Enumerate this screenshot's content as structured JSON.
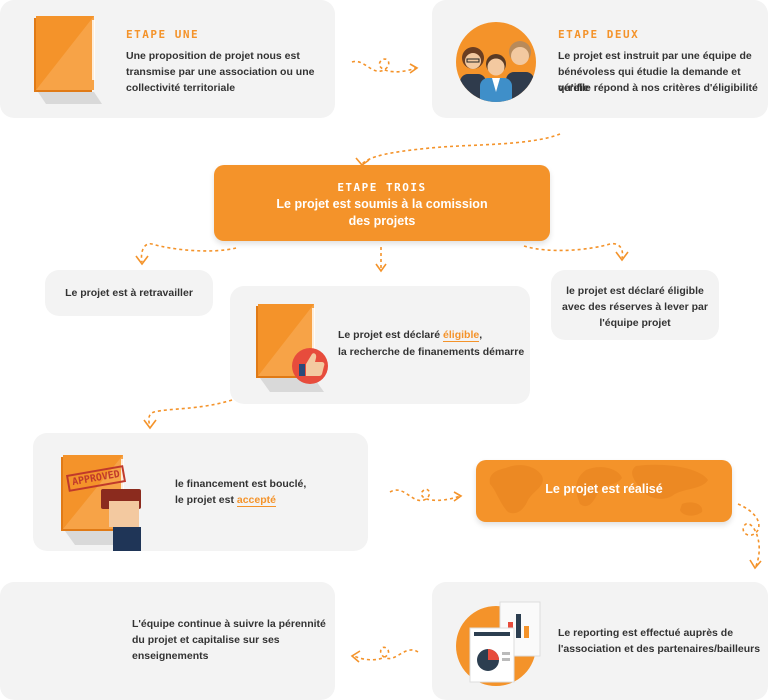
{
  "colors": {
    "accent": "#f4932a",
    "card": "#f3f3f3",
    "text": "#333333"
  },
  "steps": {
    "one": {
      "title": "ETAPE UNE",
      "line1": "Une proposition de projet nous est",
      "line2": "transmise par une association ou une",
      "line3": "collectivité territoriale",
      "icon": "folder-icon"
    },
    "two": {
      "title": "ETAPE DEUX",
      "line1": "Le projet est instruit par une équipe de",
      "line2": "bénévoless qui étudie la demande et vérifie",
      "line3": "qu'elle répond à nos critères d'éligibilité",
      "icon": "team-icon"
    },
    "three": {
      "title": "ETAPE TROIS",
      "line1": "Le projet est soumis à la comission",
      "line2": "des projets"
    }
  },
  "outcomes": {
    "rework": {
      "text": "Le projet est à retravailler"
    },
    "eligible": {
      "prefix": "Le projet est déclaré ",
      "highlight": "éligible",
      "suffix": ",",
      "line2": "la recherche de finanements démarre",
      "icon": "thumbs-up-folder-icon"
    },
    "reserves": {
      "line1": "le projet est déclaré éligible",
      "line2": "avec des réserves à lever par",
      "line3": "l'équipe projet"
    }
  },
  "funding": {
    "line1": "le financement est bouclé,",
    "prefix": "le projet est ",
    "highlight": "accepté",
    "stamp": "APPROVED",
    "icon": "approved-stamp-icon"
  },
  "realised": {
    "text": "Le projet est réalisé",
    "icon": "world-map-icon"
  },
  "reporting": {
    "line1": "Le reporting est effectué auprès de",
    "line2": "l'association et des partenaires/bailleurs",
    "icon": "report-charts-icon"
  },
  "follow": {
    "line1": "L'équipe continue à suivre la pérennité",
    "line2": "du projet et capitalise sur ses",
    "line3": "enseignements"
  }
}
